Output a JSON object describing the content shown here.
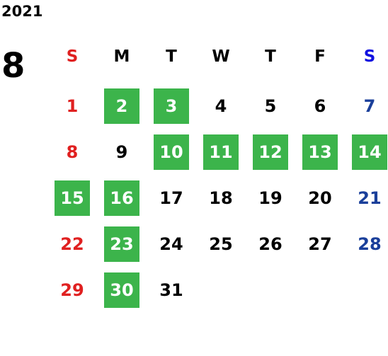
{
  "calendar": {
    "year": "2021",
    "month": "8",
    "weekdays": [
      "S",
      "M",
      "T",
      "W",
      "T",
      "F",
      "S"
    ],
    "first_weekday_index": 0,
    "days": [
      {
        "day": "1",
        "highlighted": false
      },
      {
        "day": "2",
        "highlighted": true
      },
      {
        "day": "3",
        "highlighted": true
      },
      {
        "day": "4",
        "highlighted": false
      },
      {
        "day": "5",
        "highlighted": false
      },
      {
        "day": "6",
        "highlighted": false
      },
      {
        "day": "7",
        "highlighted": false
      },
      {
        "day": "8",
        "highlighted": false
      },
      {
        "day": "9",
        "highlighted": false
      },
      {
        "day": "10",
        "highlighted": true
      },
      {
        "day": "11",
        "highlighted": true
      },
      {
        "day": "12",
        "highlighted": true
      },
      {
        "day": "13",
        "highlighted": true
      },
      {
        "day": "14",
        "highlighted": true
      },
      {
        "day": "15",
        "highlighted": true
      },
      {
        "day": "16",
        "highlighted": true
      },
      {
        "day": "17",
        "highlighted": false
      },
      {
        "day": "18",
        "highlighted": false
      },
      {
        "day": "19",
        "highlighted": false
      },
      {
        "day": "20",
        "highlighted": false
      },
      {
        "day": "21",
        "highlighted": false
      },
      {
        "day": "22",
        "highlighted": false
      },
      {
        "day": "23",
        "highlighted": true
      },
      {
        "day": "24",
        "highlighted": false
      },
      {
        "day": "25",
        "highlighted": false
      },
      {
        "day": "26",
        "highlighted": false
      },
      {
        "day": "27",
        "highlighted": false
      },
      {
        "day": "28",
        "highlighted": false
      },
      {
        "day": "29",
        "highlighted": false
      },
      {
        "day": "30",
        "highlighted": true
      },
      {
        "day": "31",
        "highlighted": false
      }
    ]
  },
  "colors": {
    "highlight": "#3cb44b",
    "sunday": "#e02020",
    "saturday": "#1a3f9a",
    "saturday_header": "#1010e0",
    "text": "#000000"
  }
}
